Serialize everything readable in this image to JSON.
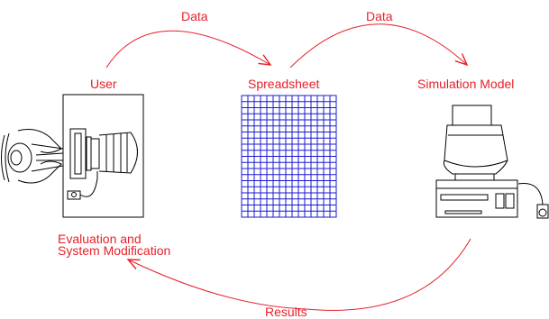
{
  "nodes": {
    "user": "User",
    "spreadsheet": "Spreadsheet",
    "simulation_model": "Simulation Model",
    "evaluation_line1": "Evaluation and",
    "evaluation_line2": "System Modification"
  },
  "flows": {
    "data_1": "Data",
    "data_2": "Data",
    "results": "Results"
  },
  "colors": {
    "labels": "#e8202a",
    "grid": "#1a1ad0",
    "drawing": "#000000"
  },
  "spreadsheet_grid": {
    "rows": 20,
    "cols": 15
  }
}
